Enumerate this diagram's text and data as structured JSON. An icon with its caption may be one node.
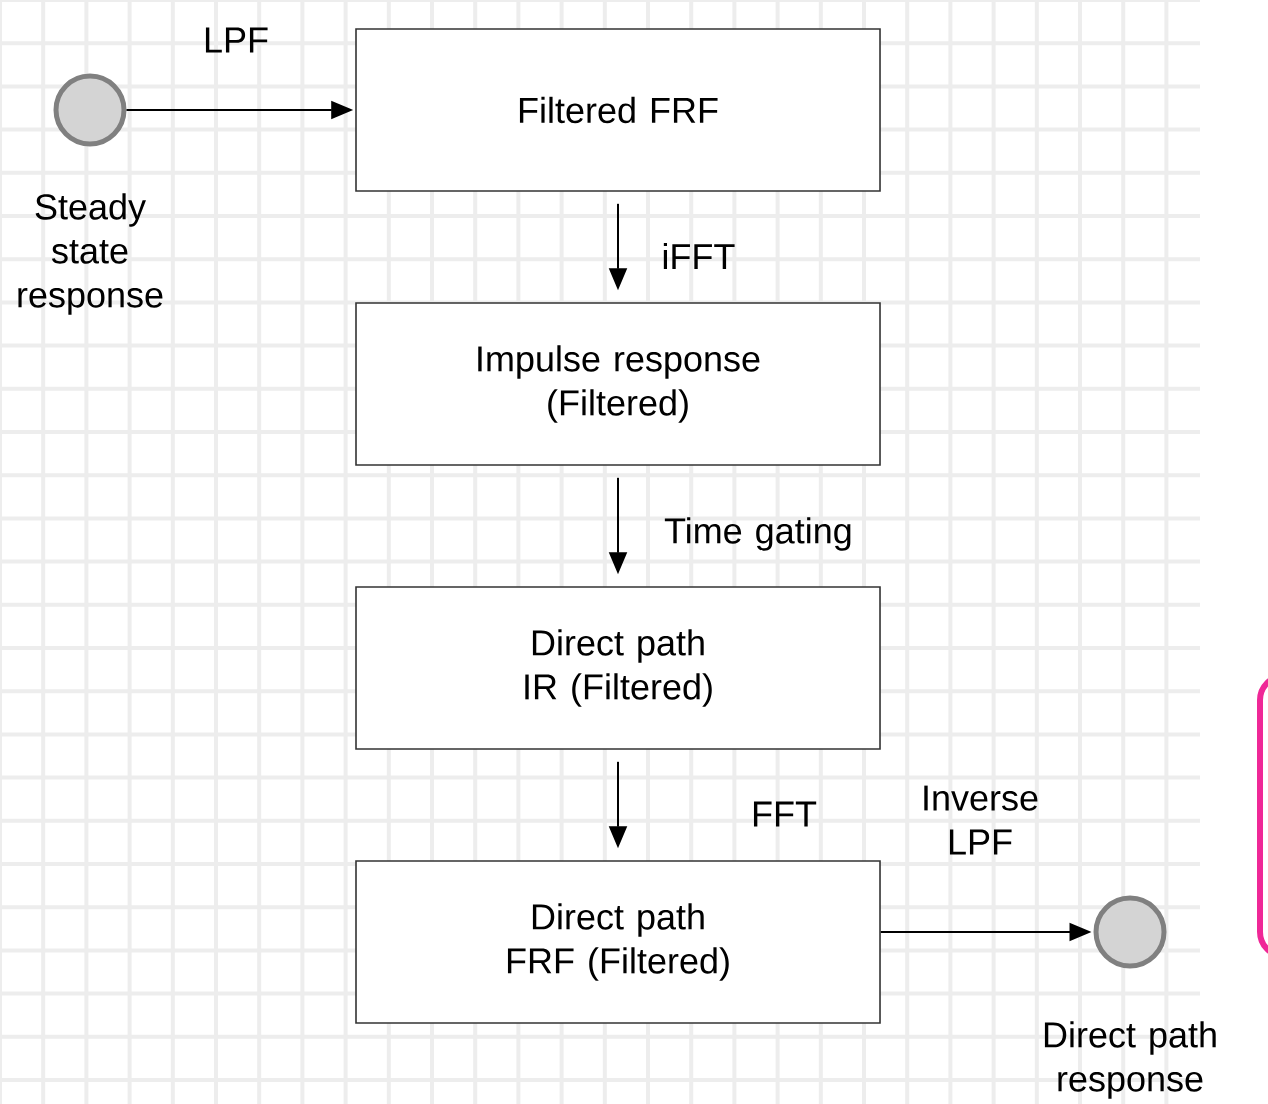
{
  "diagram": {
    "nodes": [
      {
        "text": [],
        "shape": "circle",
        "beside": [
          "Steady state response"
        ]
      },
      {
        "text": [
          "Filtered FRF"
        ]
      },
      {
        "text": [
          "Impulse response (Filtered)"
        ]
      },
      {
        "text": [
          "Direct path IR (Filtered)"
        ]
      },
      {
        "text": [
          "Direct path FRF (Filtered)"
        ]
      },
      {
        "text": [],
        "shape": "circle",
        "beside": [
          "Direct path response"
        ]
      }
    ],
    "edges": [
      {
        "from": 0,
        "to": 1,
        "arrow": "to",
        "label": "LPF"
      },
      {
        "from": 1,
        "to": 2,
        "arrow": "to",
        "label": "iFFT"
      },
      {
        "from": 2,
        "to": 3,
        "arrow": "to",
        "label": "Time gating"
      },
      {
        "from": 3,
        "to": 4,
        "arrow": "to",
        "label": "FFT"
      },
      {
        "from": 4,
        "to": 5,
        "arrow": "to",
        "label": "Inverse LPF"
      }
    ]
  }
}
